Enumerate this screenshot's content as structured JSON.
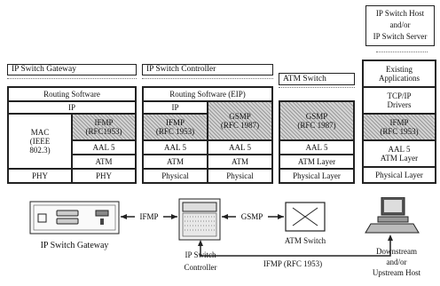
{
  "host_title": {
    "line1": "IP Switch Host",
    "line2": "and/or",
    "line3": "IP Switch Server"
  },
  "gateway": {
    "header": "IP Switch Gateway",
    "routing": "Routing Software",
    "ip": "IP",
    "mac": {
      "l1": "MAC",
      "l2": "(IEEE",
      "l3": "802.3)"
    },
    "ifmp": {
      "l1": "IFMP",
      "l2": "(RFC1953)"
    },
    "aal5": "AAL 5",
    "atm": "ATM",
    "phy_left": "PHY",
    "phy_right": "PHY"
  },
  "controller": {
    "header": "IP Switch Controller",
    "routing": "Routing Software (EIP)",
    "ip": "IP",
    "ifmp": {
      "l1": "IFMP",
      "l2": "(RFC 1953)"
    },
    "gsmp": {
      "l1": "GSMP",
      "l2": "(RFC 1987)"
    },
    "aal5_left": "AAL 5",
    "aal5_right": "AAL 5",
    "atm_left": "ATM",
    "atm_right": "ATM",
    "phys_left": "Physical",
    "phys_right": "Physical"
  },
  "atm_switch": {
    "header": "ATM Switch",
    "gsmp": {
      "l1": "GSMP",
      "l2": "(RFC 1987)"
    },
    "aal5": "AAL 5",
    "atm_layer": "ATM Layer",
    "physical_layer": "Physical Layer"
  },
  "host": {
    "existing": {
      "l1": "Existing",
      "l2": "Applications"
    },
    "tcpip": {
      "l1": "TCP/IP",
      "l2": "Drivers"
    },
    "ifmp": {
      "l1": "IFMP",
      "l2": "(RFC 1953)"
    },
    "aal5": {
      "l1": "AAL 5",
      "l2": "ATM Layer"
    },
    "physical_layer": "Physical Layer"
  },
  "bottom": {
    "ifmp_link": "IFMP",
    "gsmp_link": "GSMP",
    "ifmp_rfc_link": "IFMP (RFC 1953)",
    "gateway_label": "IP Switch Gateway",
    "controller_label": {
      "l1": "IP Switch",
      "l2": "Controller"
    },
    "atm_switch_label": "ATM Switch",
    "host_label": {
      "l1": "Downstream",
      "l2": "and/or",
      "l3": "Upstream Host"
    }
  }
}
